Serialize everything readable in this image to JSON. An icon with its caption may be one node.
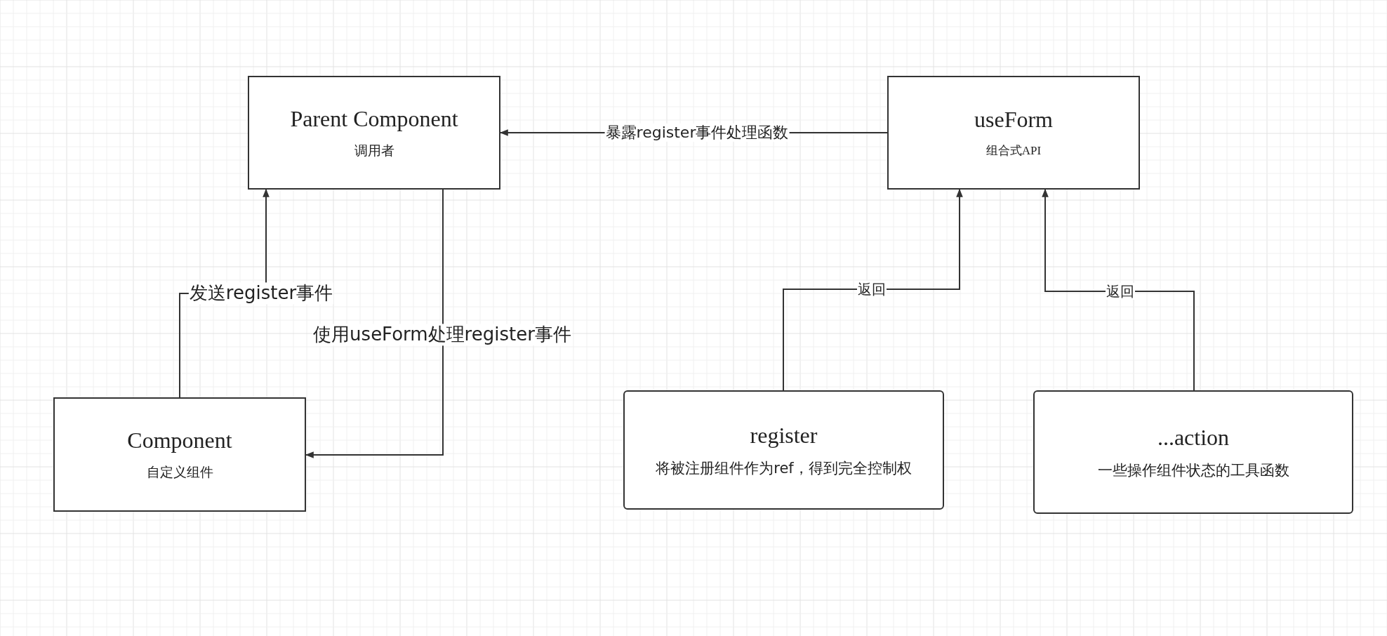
{
  "diagram": {
    "nodes": [
      {
        "text": [
          "Parent Component",
          "调用者"
        ]
      },
      {
        "text": [
          "useForm",
          "组合式API"
        ]
      },
      {
        "text": [
          "Component",
          "自定义组件"
        ]
      },
      {
        "text": [
          "register",
          "将被注册组件作为ref，得到完全控制权"
        ]
      },
      {
        "text": [
          "...action",
          "一些操作组件状态的工具函数"
        ]
      }
    ],
    "edges": [
      {
        "from": 1,
        "to": 0,
        "arrow": "to",
        "label": "暴露register事件处理函数"
      },
      {
        "from": 2,
        "to": 0,
        "arrow": "to",
        "label": "发送register事件"
      },
      {
        "from": 0,
        "to": 2,
        "arrow": "to",
        "label": "使用useForm处理register事件"
      },
      {
        "from": 3,
        "to": 1,
        "arrow": "to",
        "label": "返回"
      },
      {
        "from": 4,
        "to": 1,
        "arrow": "to",
        "label": "返回"
      }
    ]
  }
}
